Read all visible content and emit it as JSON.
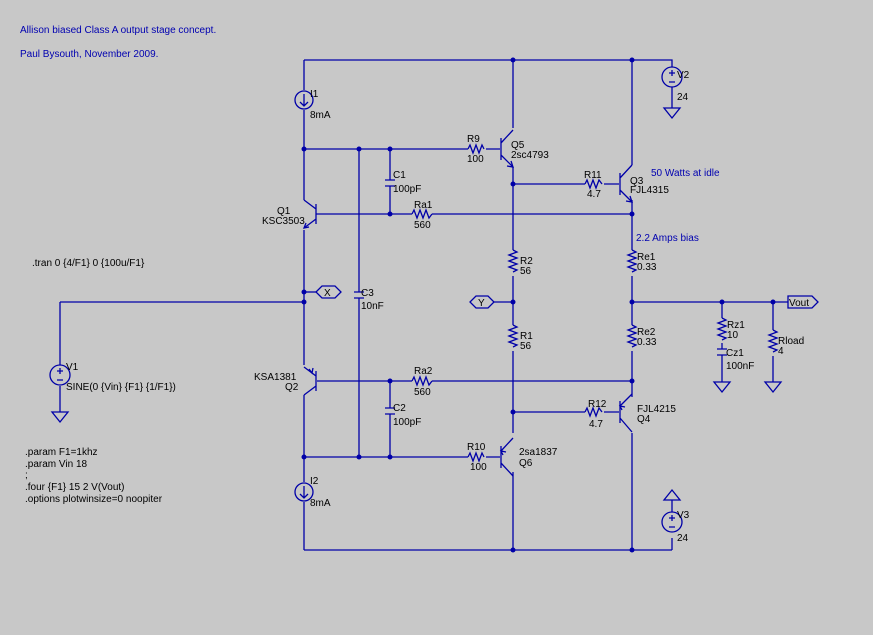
{
  "header": {
    "title": "Allison biased Class A output stage concept.",
    "author": "Paul Bysouth,  November 2009."
  },
  "notes": {
    "idle_power": "50 Watts at idle",
    "bias_current": "2.2 Amps bias"
  },
  "directives": {
    "tran": ".tran 0 {4/F1} 0 {100u/F1}",
    "param_f1": ".param  F1=1khz",
    "param_vin": ".param  Vin  18",
    "comment": ";",
    "four": ".four  {F1}  15  2  V(Vout)",
    "options": ".options  plotwinsize=0  noopiter"
  },
  "net_labels": {
    "x": "X",
    "y": "Y",
    "vout": "Vout"
  },
  "components": {
    "i1": {
      "ref": "I1",
      "value": "8mA"
    },
    "i2": {
      "ref": "I2",
      "value": "8mA"
    },
    "q1": {
      "ref": "Q1",
      "model": "KSC3503"
    },
    "q2": {
      "ref": "Q2",
      "model": "KSA1381"
    },
    "q3": {
      "ref": "Q3",
      "model": "FJL4315"
    },
    "q4": {
      "ref": "Q4",
      "model": "FJL4215"
    },
    "q5": {
      "ref": "Q5",
      "model": "2sc4793"
    },
    "q6": {
      "ref": "Q6",
      "model": "2sa1837"
    },
    "r9": {
      "ref": "R9",
      "value": "100"
    },
    "r10": {
      "ref": "R10",
      "value": "100"
    },
    "r11": {
      "ref": "R11",
      "value": "4.7"
    },
    "r12": {
      "ref": "R12",
      "value": "4.7"
    },
    "r1": {
      "ref": "R1",
      "value": "56"
    },
    "r2": {
      "ref": "R2",
      "value": "56"
    },
    "ra1": {
      "ref": "Ra1",
      "value": "560"
    },
    "ra2": {
      "ref": "Ra2",
      "value": "560"
    },
    "re1": {
      "ref": "Re1",
      "value": "0.33"
    },
    "re2": {
      "ref": "Re2",
      "value": "0.33"
    },
    "rz1": {
      "ref": "Rz1",
      "value": "10"
    },
    "rload": {
      "ref": "Rload",
      "value": "4"
    },
    "c1": {
      "ref": "C1",
      "value": "100pF"
    },
    "c2": {
      "ref": "C2",
      "value": "100pF"
    },
    "c3": {
      "ref": "C3",
      "value": "10nF"
    },
    "cz1": {
      "ref": "Cz1",
      "value": "100nF"
    },
    "v1": {
      "ref": "V1",
      "value": "SINE(0 {Vin} {F1} {1/F1})"
    },
    "v2": {
      "ref": "V2",
      "value": "24"
    },
    "v3": {
      "ref": "V3",
      "value": "24"
    }
  },
  "colors": {
    "background": "#c8c8c8",
    "wire": "#0000a8",
    "text": "#000000",
    "note": "#0000b0"
  }
}
